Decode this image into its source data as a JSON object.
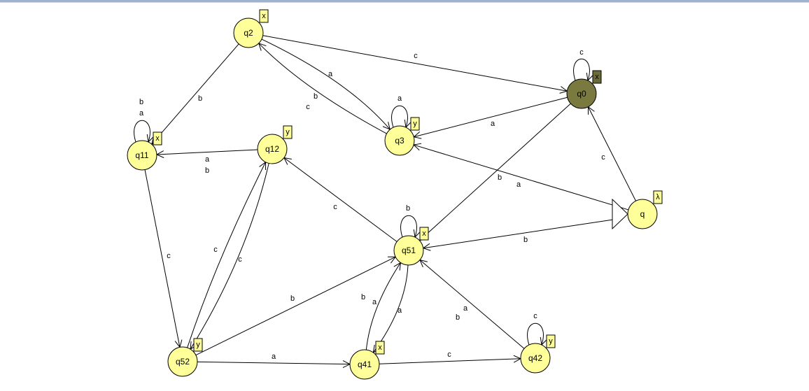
{
  "colors": {
    "state_fill": "#ffff99",
    "final_fill": "#7a7a40",
    "output_box": "#ffff99",
    "final_output_box": "#6b6b3a"
  },
  "states": [
    {
      "id": "q2",
      "label": "q2",
      "output": "x"
    },
    {
      "id": "q0",
      "label": "q0",
      "output": "x",
      "final": true
    },
    {
      "id": "q3",
      "label": "q3",
      "output": "y"
    },
    {
      "id": "q11",
      "label": "q11",
      "output": "x"
    },
    {
      "id": "q12",
      "label": "q12",
      "output": "y"
    },
    {
      "id": "q",
      "label": "q",
      "output": "λ",
      "initial": true
    },
    {
      "id": "q51",
      "label": "q51",
      "output": "x"
    },
    {
      "id": "q52",
      "label": "q52",
      "output": "y"
    },
    {
      "id": "q41",
      "label": "q41",
      "output": "x"
    },
    {
      "id": "q42",
      "label": "q42",
      "output": "y"
    }
  ],
  "transitions": [
    {
      "id": "t-q2-q0",
      "from": "q2",
      "to": "q0",
      "label": "c"
    },
    {
      "id": "t-q2-q3",
      "from": "q2",
      "to": "q3",
      "label": "a"
    },
    {
      "id": "t-q3-q2",
      "from": "q3",
      "to": "q2",
      "labels": [
        "b",
        "c"
      ]
    },
    {
      "id": "t-q2-q11",
      "from": "q2",
      "to": "q11",
      "label": "b"
    },
    {
      "id": "t-q0-q0",
      "from": "q0",
      "to": "q0",
      "label": "c"
    },
    {
      "id": "t-q0-q3",
      "from": "q0",
      "to": "q3",
      "label": "a"
    },
    {
      "id": "t-q0-q51",
      "from": "q0",
      "to": "q51",
      "label": "b"
    },
    {
      "id": "t-q3-q3",
      "from": "q3",
      "to": "q3",
      "label": "a"
    },
    {
      "id": "t-q11-q11",
      "from": "q11",
      "to": "q11",
      "labels": [
        "b",
        "a"
      ]
    },
    {
      "id": "t-q12-q11",
      "from": "q12",
      "to": "q11",
      "labels": [
        "a",
        "b"
      ]
    },
    {
      "id": "t-q11-q52",
      "from": "q11",
      "to": "q52",
      "label": "c"
    },
    {
      "id": "t-q-q0",
      "from": "q",
      "to": "q0",
      "label": "c"
    },
    {
      "id": "t-q-q3",
      "from": "q",
      "to": "q3",
      "label": "a"
    },
    {
      "id": "t-q-q51",
      "from": "q",
      "to": "q51",
      "label": "b"
    },
    {
      "id": "t-q51-q12",
      "from": "q51",
      "to": "q12",
      "label": "c"
    },
    {
      "id": "t-q51-q51",
      "from": "q51",
      "to": "q51",
      "label": "b"
    },
    {
      "id": "t-q52-q12",
      "from": "q52",
      "to": "q12",
      "label": "c"
    },
    {
      "id": "t-q12-q52",
      "from": "q12",
      "to": "q52",
      "label": "c"
    },
    {
      "id": "t-q52-q51",
      "from": "q52",
      "to": "q51",
      "label": "b"
    },
    {
      "id": "t-q52-q41",
      "from": "q52",
      "to": "q41",
      "label": "a"
    },
    {
      "id": "t-q41-q51",
      "from": "q41",
      "to": "q51",
      "labels": [
        "b",
        "a"
      ]
    },
    {
      "id": "t-q51-q41",
      "from": "q51",
      "to": "q41",
      "label": "a"
    },
    {
      "id": "t-q41-q42",
      "from": "q41",
      "to": "q42",
      "label": "c"
    },
    {
      "id": "t-q42-q51",
      "from": "q42",
      "to": "q51",
      "labels": [
        "b",
        "a"
      ]
    },
    {
      "id": "t-q42-q42",
      "from": "q42",
      "to": "q42",
      "label": "c"
    }
  ]
}
